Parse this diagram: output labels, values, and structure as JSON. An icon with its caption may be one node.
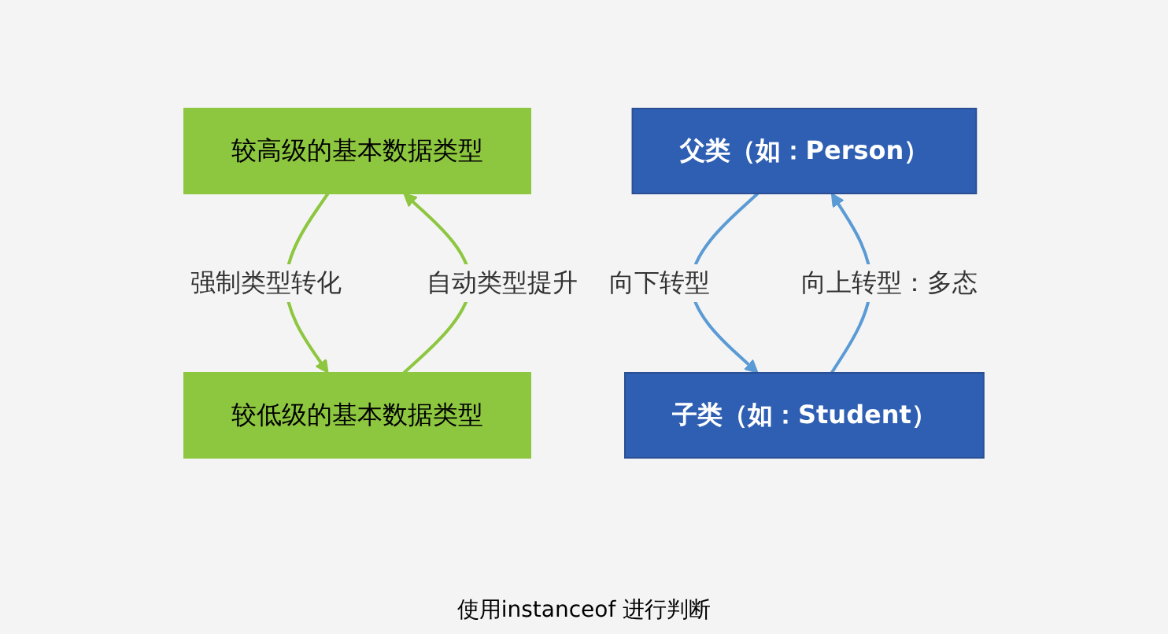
{
  "diagram": {
    "nodes": [
      {
        "text": [
          "较高级的基本数据类型"
        ]
      },
      {
        "text": [
          "较低级的基本数据类型"
        ]
      },
      {
        "text": [
          "父类（如：Person）"
        ]
      },
      {
        "text": [
          "子类（如：Student）"
        ]
      }
    ],
    "edges": [
      {
        "from": 0,
        "to": 1,
        "arrow": "to",
        "label": "强制类型转化",
        "color": "#8dc63f"
      },
      {
        "from": 1,
        "to": 0,
        "arrow": "to",
        "label": "自动类型提升",
        "color": "#8dc63f"
      },
      {
        "from": 2,
        "to": 3,
        "arrow": "to",
        "label": "向下转型",
        "color": "#5b9bd5"
      },
      {
        "from": 3,
        "to": 2,
        "arrow": "to",
        "label": "向上转型：多态",
        "color": "#5b9bd5"
      }
    ],
    "labels": [
      "使用instanceof 进行判断"
    ]
  }
}
